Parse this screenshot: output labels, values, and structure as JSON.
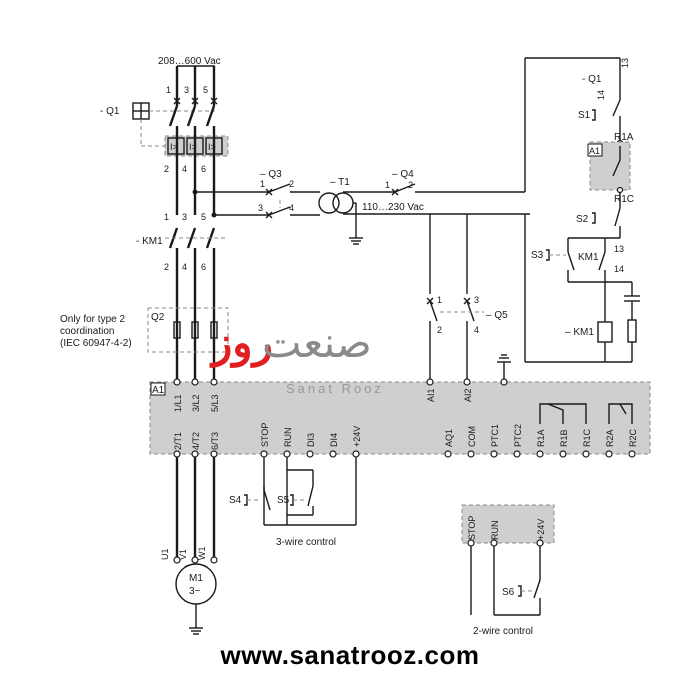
{
  "supply_label": "208…600 Vac",
  "breaker_label": "- Q1",
  "contactor_label": "- KM1",
  "q3_label": "– Q3",
  "t1_label": "– T1",
  "q4_label": "– Q4",
  "q5_label": "– Q5",
  "transformer_out": "110…230 Vac",
  "type2_note": [
    "Only for type 2",
    "coordination",
    "(IEC 60947-4-2)"
  ],
  "q2_label": "Q2",
  "drive_label": "A1",
  "power_in_terms": [
    "1/L1",
    "3/L2",
    "5/L3"
  ],
  "power_out_terms": [
    "2/T1",
    "4/T2",
    "6/T3"
  ],
  "ctrl_terms": [
    "STOP",
    "RUN",
    "DI3",
    "DI4",
    "+24V"
  ],
  "io_top_terms": [
    "AI1",
    "AI2"
  ],
  "io_bottom_terms": [
    "AQ1",
    "COM",
    "PTC1",
    "PTC2",
    "R1A",
    "R1B",
    "R1C",
    "R2A",
    "R2C"
  ],
  "phase_numbers_top": [
    "1",
    "3",
    "5"
  ],
  "phase_numbers_mid": [
    "2",
    "4",
    "6"
  ],
  "motor_terms": [
    "U1",
    "V1",
    "W1"
  ],
  "motor_label": "M1",
  "motor_type": "3~",
  "s4_label": "S4",
  "s5_label": "S5",
  "three_wire_label": "3-wire control",
  "two_wire_terms": [
    "STOP",
    "RUN",
    "+24V"
  ],
  "s6_label": "S6",
  "two_wire_label": "2-wire control",
  "right_q1_label": "- Q1",
  "right_13": "13",
  "right_14": "14",
  "s1_label": "S1",
  "r1a_label": "R1A",
  "a1_small": "A1",
  "r1c_label": "R1C",
  "s2_label": "S2",
  "s3_label": "S3",
  "km1_contact_label": "KM1",
  "km1_13": "13",
  "km1_14": "14",
  "km1_coil_label": "– KM1",
  "trip_symbol": "I>",
  "website": "www.sanatrooz.com",
  "watermark_fa": "روز",
  "watermark_fa2": "صنعت",
  "watermark_en": "Sanat Rooz"
}
